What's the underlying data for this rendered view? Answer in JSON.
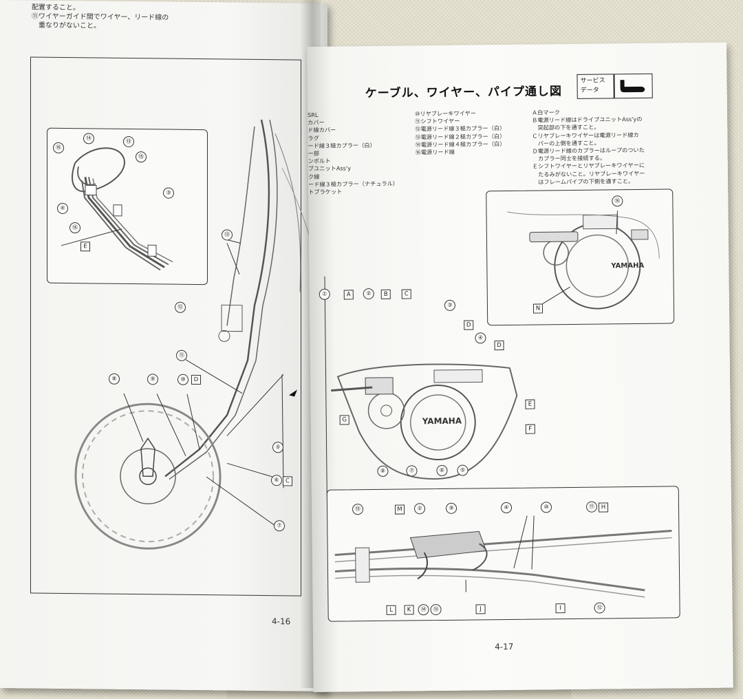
{
  "left_page": {
    "top_note_1": "配置すること。",
    "top_note_2": "⑪ワイヤーガイド間でワイヤー、リード線の",
    "top_note_3": "重なりがないこと。",
    "page_number": "4-16",
    "inset_callouts": [
      "⑭",
      "⑬",
      "⑯",
      "⑮",
      "③",
      "④",
      "⑯"
    ],
    "inset_letter": "E",
    "main_callouts": [
      "⑬",
      "⑫",
      "⑪",
      "⑧",
      "⑨",
      "⑩",
      "⑤",
      "⑥",
      "⑦"
    ],
    "main_letters": [
      "D",
      "C"
    ]
  },
  "right_page": {
    "title": "ケーブル、ワイヤー、パイプ通し図",
    "service_label_1": "サービス",
    "service_label_2": "データ",
    "legend_col1": [
      "SRL",
      "カバー",
      "ド線カバー",
      "ラグ",
      "ード線３極カプラー（白）",
      "ー部",
      "ンボルト",
      "ブユニットAss'y",
      "ク線",
      "ード線３極カプラー（ナチュラル）",
      "トブラケット"
    ],
    "legend_col2": [
      "⑩リヤブレーキワイヤー",
      "⑪シフトワイヤー",
      "⑫電源リード線３極カプラー（白）",
      "⑬電源リード線２極カプラー（白）",
      "⑭電源リード線４極カプラー（白）",
      "⑯電源リード線"
    ],
    "legend_col3": [
      "Ａ白マーク",
      "Ｂ電源リード線はドライブユニットAss'yの",
      "　突起部の下を通すこと。",
      "Ｃリヤブレーキワイヤーは電源リード線カ",
      "　バーの上側を通すこと。",
      "Ｄ電源リード線のカプラーはループのついた",
      "　カプラー同士を接続する。",
      "Ｅシフトワイヤーとリヤブレーキワイヤーに",
      "　たるみがないこと。リヤブレーキワイヤー",
      "　はフレームパイプの下側を通すこと。"
    ],
    "motor_brand": "YAMAHA",
    "motor_brand_small": "YAMAHA",
    "top_callouts": [
      "①",
      "②",
      "③",
      "④",
      "⑤",
      "⑥",
      "⑦",
      "⑧"
    ],
    "top_letters": [
      "A",
      "B",
      "C",
      "D",
      "D",
      "E",
      "F",
      "G"
    ],
    "inset_callout": "⑯",
    "inset_letter": "N",
    "bottom_callouts": [
      "⑮",
      "②",
      "⑨",
      "④",
      "⑩",
      "⑪",
      "⑭",
      "⑬",
      "⑫"
    ],
    "bottom_letters": [
      "M",
      "H",
      "L",
      "K",
      "J",
      "I"
    ],
    "page_number": "4-17"
  }
}
